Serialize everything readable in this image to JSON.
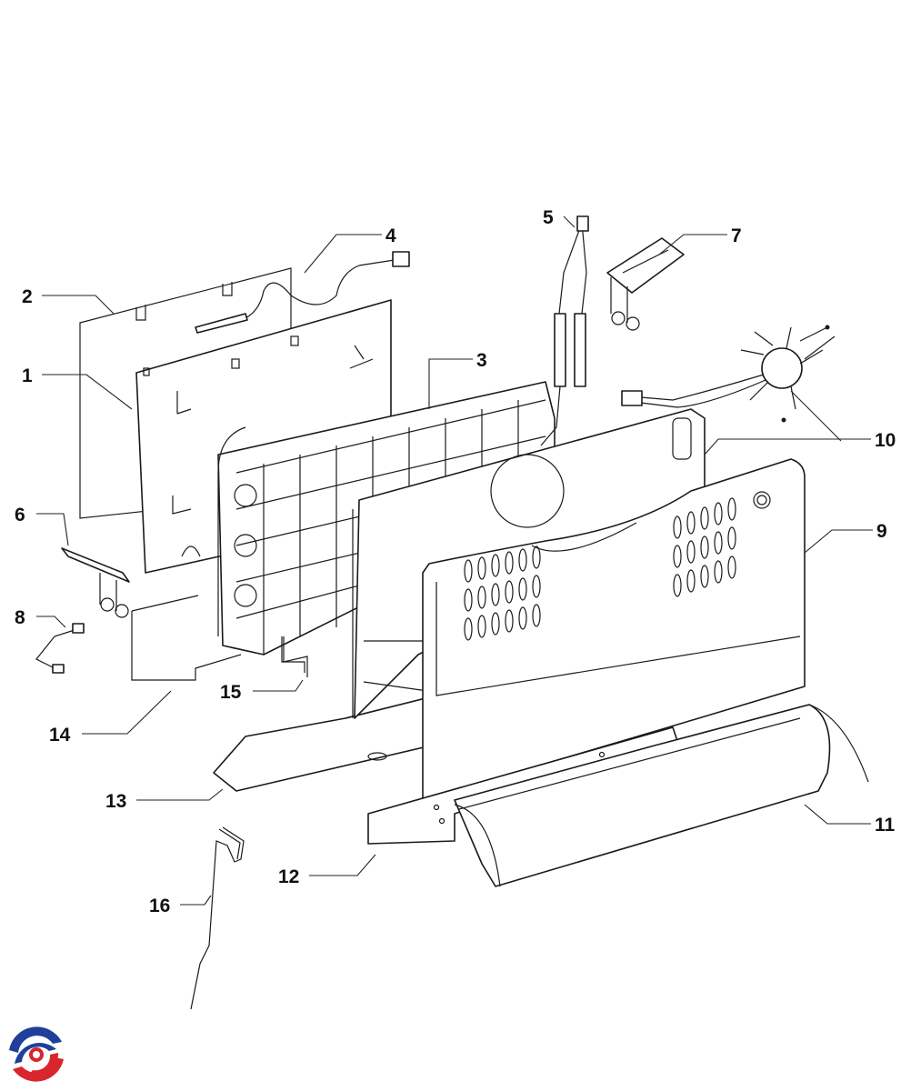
{
  "diagram": {
    "callouts": [
      {
        "id": "1",
        "text": "1"
      },
      {
        "id": "2",
        "text": "2"
      },
      {
        "id": "3",
        "text": "3"
      },
      {
        "id": "4",
        "text": "4"
      },
      {
        "id": "5",
        "text": "5"
      },
      {
        "id": "6",
        "text": "6"
      },
      {
        "id": "7",
        "text": "7"
      },
      {
        "id": "8",
        "text": "8"
      },
      {
        "id": "9",
        "text": "9"
      },
      {
        "id": "10",
        "text": "10"
      },
      {
        "id": "11",
        "text": "11"
      },
      {
        "id": "12",
        "text": "12"
      },
      {
        "id": "13",
        "text": "13"
      },
      {
        "id": "14",
        "text": "14"
      },
      {
        "id": "15",
        "text": "15"
      },
      {
        "id": "16",
        "text": "16"
      }
    ],
    "logo": {
      "colors": [
        "#1f3f9a",
        "#d8262c"
      ]
    }
  }
}
